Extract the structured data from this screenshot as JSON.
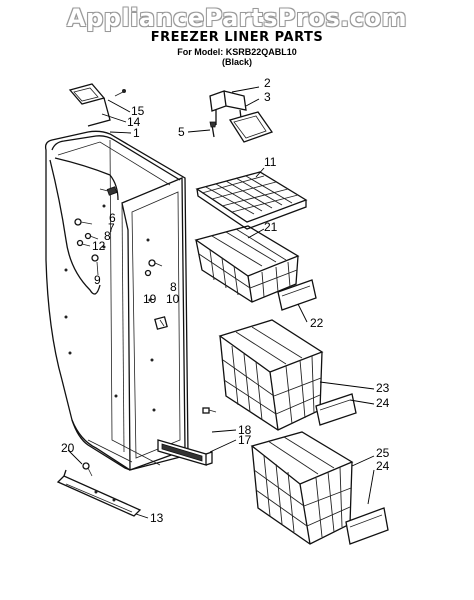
{
  "header": {
    "watermark": "AppliancePartsPros.com",
    "title": "FREEZER LINER PARTS",
    "model_line": "For Model: KSRB22QABL10",
    "color_line": "(Black)"
  },
  "callouts": [
    {
      "id": "c2",
      "label": "2"
    },
    {
      "id": "c3",
      "label": "3"
    },
    {
      "id": "c5",
      "label": "5"
    },
    {
      "id": "c15",
      "label": "15"
    },
    {
      "id": "c14",
      "label": "14"
    },
    {
      "id": "c1",
      "label": "1"
    },
    {
      "id": "c6",
      "label": "6"
    },
    {
      "id": "c7",
      "label": "7"
    },
    {
      "id": "c8a",
      "label": "8"
    },
    {
      "id": "c12",
      "label": "12"
    },
    {
      "id": "c9",
      "label": "9"
    },
    {
      "id": "c11",
      "label": "11"
    },
    {
      "id": "c21",
      "label": "21"
    },
    {
      "id": "c8b",
      "label": "8"
    },
    {
      "id": "c10",
      "label": "10"
    },
    {
      "id": "c19",
      "label": "19"
    },
    {
      "id": "c22",
      "label": "22"
    },
    {
      "id": "c23",
      "label": "23"
    },
    {
      "id": "c24a",
      "label": "24"
    },
    {
      "id": "c18",
      "label": "18"
    },
    {
      "id": "c17",
      "label": "17"
    },
    {
      "id": "c20",
      "label": "20"
    },
    {
      "id": "c25",
      "label": "25"
    },
    {
      "id": "c24b",
      "label": "24"
    },
    {
      "id": "c13",
      "label": "13"
    }
  ]
}
